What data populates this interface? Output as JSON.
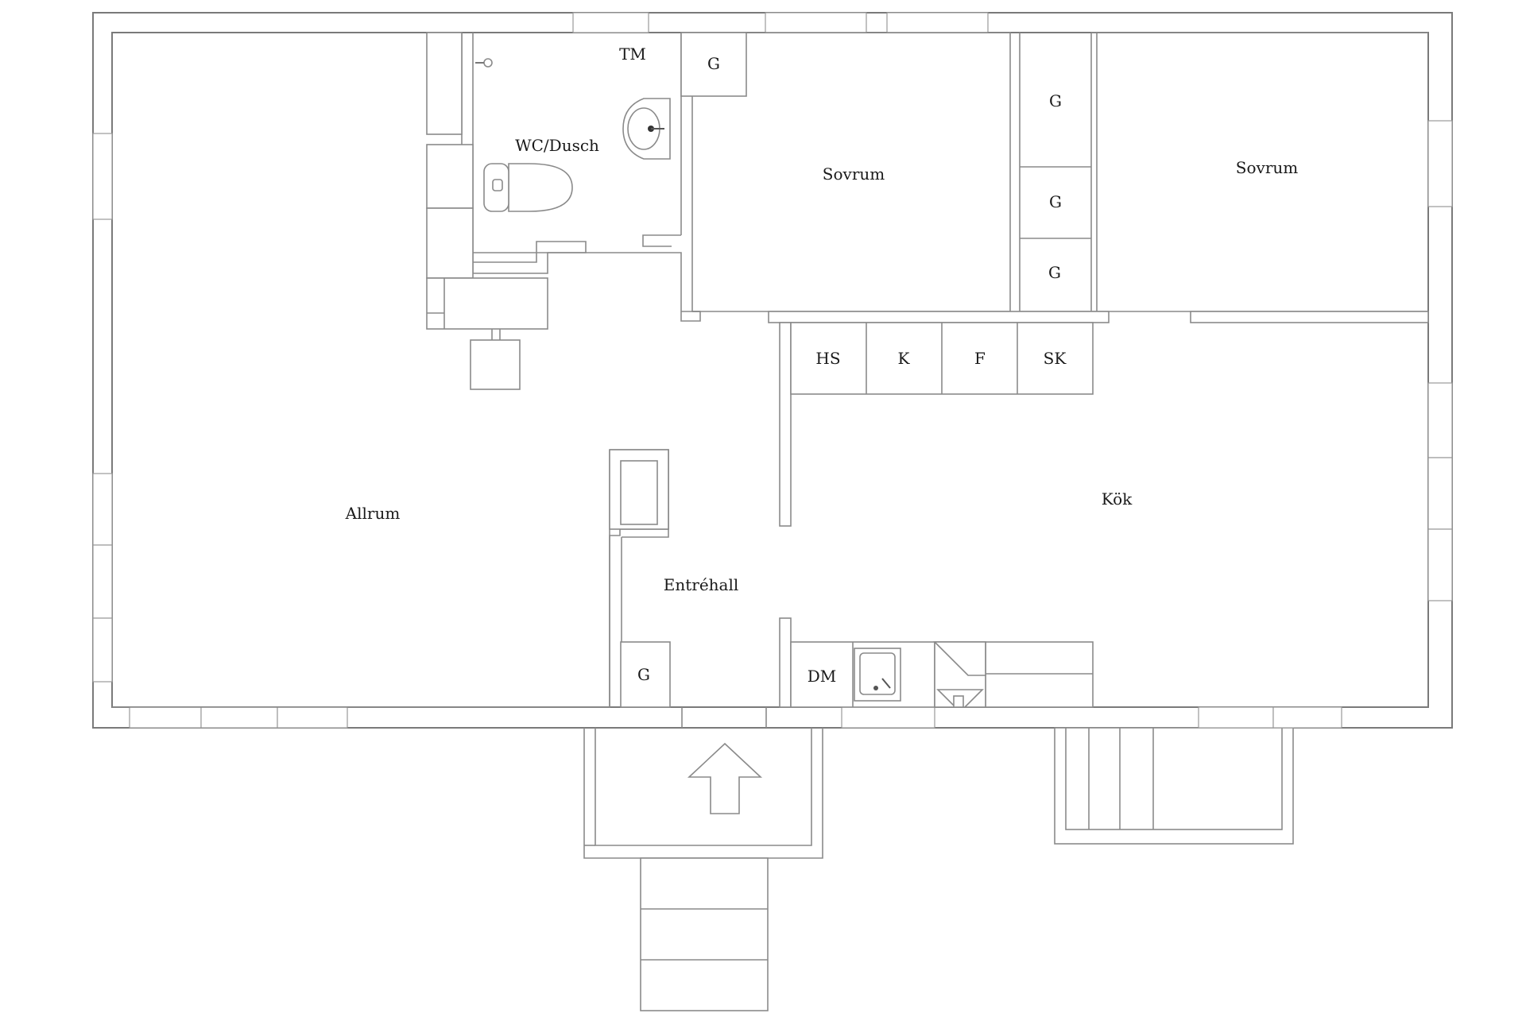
{
  "rooms": {
    "allrum": "Allrum",
    "wc_dusch": "WC/Dusch",
    "sovrum_1": "Sovrum",
    "sovrum_2": "Sovrum",
    "kok": "Kök",
    "entrehall": "Entréhall"
  },
  "storage": {
    "tm": "TM",
    "g_sovrum1": "G",
    "g_closet_1": "G",
    "g_closet_2": "G",
    "g_closet_3": "G",
    "g_hall": "G",
    "hs": "HS",
    "k": "K",
    "f": "F",
    "sk": "SK",
    "dm": "DM"
  },
  "icons": {
    "entrance": "entrance-arrow-icon",
    "toilet": "toilet-icon",
    "sink": "sink-icon",
    "kitchen_sink": "kitchen-sink-icon",
    "stove": "stove-icon",
    "tap": "tap-icon"
  },
  "colors": {
    "wall_stroke": "#7a7a7a",
    "background": "#ffffff",
    "text": "#1a1a1a"
  }
}
